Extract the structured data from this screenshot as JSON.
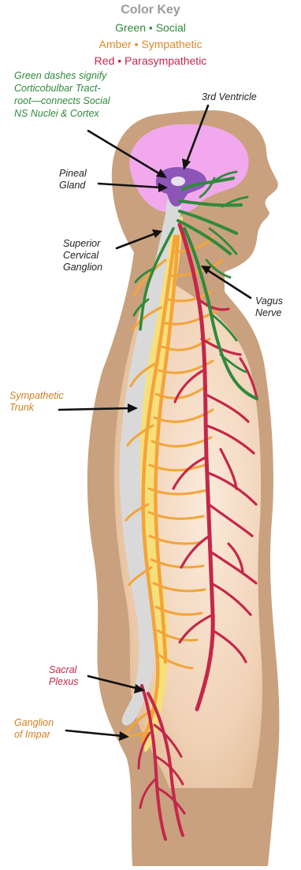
{
  "color_key": {
    "title": "Color Key",
    "social": "Green • Social",
    "sympathetic": "Amber • Sympathetic",
    "parasympathetic": "Red • Parasympathetic"
  },
  "labels": {
    "green_note": "Green dashes signify\nCorticobulbar Tract-\nroot—connects Social\nNS Nuclei & Cortex",
    "third_ventricle": "3rd Ventricle",
    "pineal_gland": "Pineal\nGland",
    "superior_cervical_ganglion": "Superior\nCervical\nGanglion",
    "vagus_nerve": "Vagus\nNerve",
    "sympathetic_trunk": "Sympathetic\nTrunk",
    "sacral_plexus": "Sacral\nPlexus",
    "ganglion_of_impar": "Ganglion\nof Impar"
  },
  "colors": {
    "social": "#2f8a3c",
    "sympathetic": "#f3a43a",
    "parasympathetic": "#c4274a",
    "body": "#c9a17e",
    "body_inner": "#f4dcc4",
    "brain": "#f2a8ec",
    "ventricle": "#8e55b8",
    "spine": "#d9d9d9",
    "cord": "#f7e07a"
  }
}
